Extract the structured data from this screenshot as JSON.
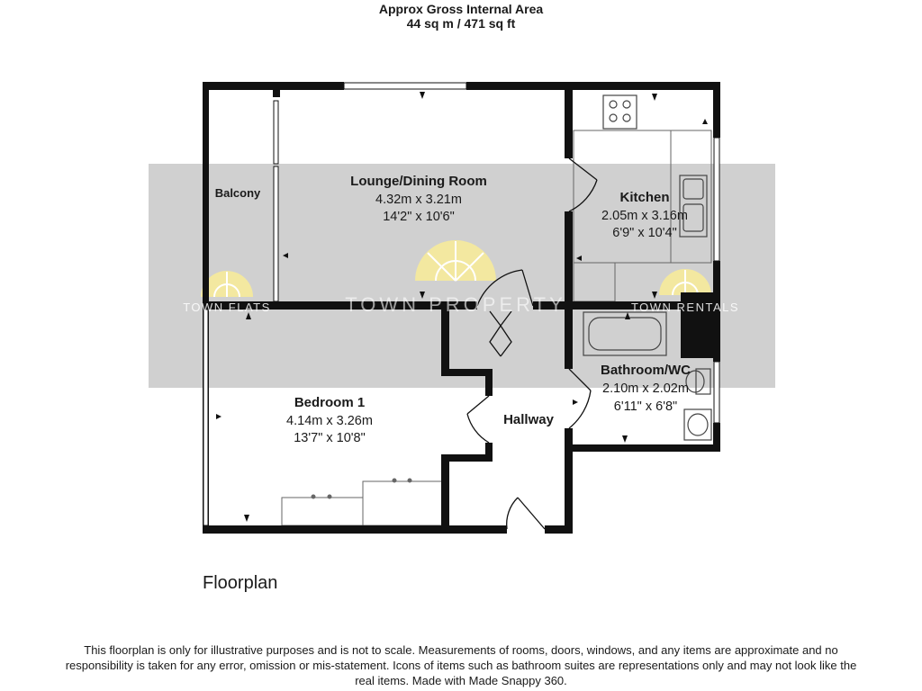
{
  "header": {
    "line1": "Approx Gross Internal Area",
    "line2": "44 sq m / 471 sq ft"
  },
  "rooms": {
    "lounge": {
      "name": "Lounge/Dining Room",
      "metric": "4.32m x 3.21m",
      "imperial": "14'2\" x 10'6\""
    },
    "kitchen": {
      "name": "Kitchen",
      "metric": "2.05m x 3.16m",
      "imperial": "6'9\" x 10'4\""
    },
    "bathroom": {
      "name": "Bathroom/WC",
      "metric": "2.10m x 2.02m",
      "imperial": "6'11\" x 6'8\""
    },
    "bedroom": {
      "name": "Bedroom 1",
      "metric": "4.14m x 3.26m",
      "imperial": "13'7\" x 10'8\""
    },
    "hallway": {
      "name": "Hallway"
    },
    "balcony": {
      "name": "Balcony"
    }
  },
  "watermark": {
    "left": "TOWN FLATS",
    "center": "TOWN PROPERTY",
    "right": "TOWN RENTALS",
    "band_color": "#c8c8c8",
    "sun_color": "#f3e8a0"
  },
  "caption": "Floorplan",
  "disclaimer": "This floorplan is only for illustrative purposes and is not to scale. Measurements of rooms, doors, windows, and any items are approximate and no responsibility is taken for any error, omission or mis-statement. Icons of items such as bathroom suites are representations only and may not look like the real items. Made with Made Snappy 360.",
  "colors": {
    "wall": "#111111",
    "text": "#1a1a1a"
  }
}
